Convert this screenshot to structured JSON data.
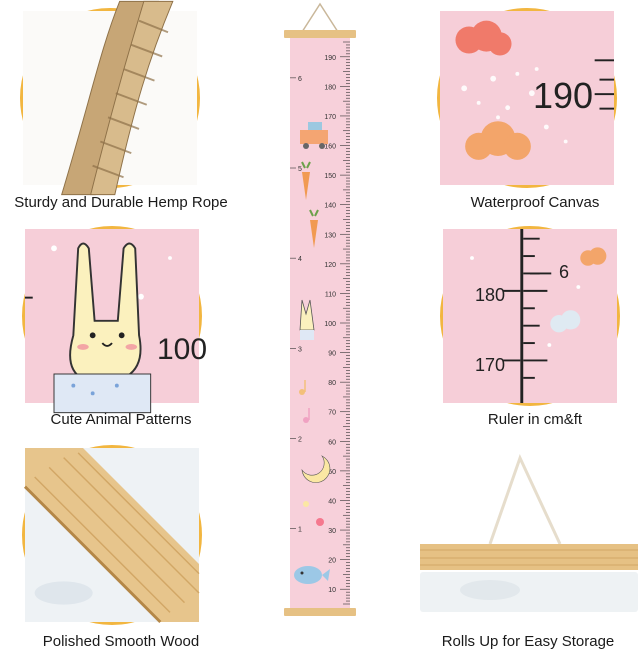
{
  "features": {
    "rope": "Sturdy and Durable Hemp Rope",
    "canvas": "Waterproof Canvas",
    "animals": "Cute Animal Patterns",
    "ruler": "Ruler in cm&ft",
    "wood": "Polished Smooth Wood",
    "storage": "Rolls Up for Easy Storage"
  },
  "zoom_labels": {
    "canvas_number": "190",
    "ruler_cm_top": "180",
    "ruler_cm_bottom": "170",
    "ruler_ft": "6",
    "animal_number": "100"
  },
  "ruler": {
    "cm_labels": [
      "190",
      "180",
      "170",
      "160",
      "150",
      "140",
      "130",
      "120",
      "110",
      "100",
      "90",
      "80",
      "70",
      "60",
      "50",
      "40",
      "30",
      "20",
      "10"
    ],
    "ft_labels": [
      "6",
      "5",
      "4",
      "3",
      "2",
      "1"
    ]
  },
  "colors": {
    "accent_border": "#f2b640",
    "canvas_pink": "#f7d0da",
    "wood": "#e6c184",
    "rope": "#c9a97a"
  },
  "icons": [
    "train-icon",
    "carrot-icon",
    "bunny-icon",
    "music-note-icon",
    "moon-icon",
    "whale-icon",
    "cloud-icon"
  ]
}
